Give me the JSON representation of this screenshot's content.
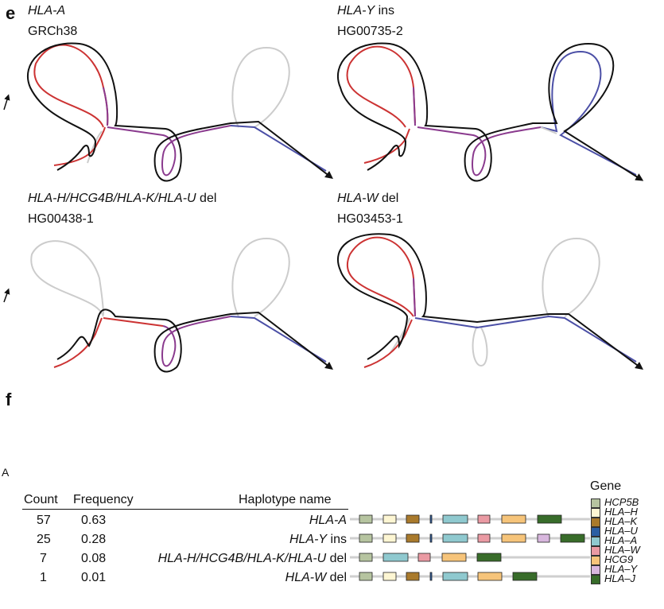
{
  "panel_e": {
    "letter": "e",
    "graphs": [
      {
        "name_italic": "HLA-A",
        "name_suffix": "",
        "sample": "GRCh38"
      },
      {
        "name_italic": "HLA-Y",
        "name_suffix": " ins",
        "sample": "HG00735-2"
      },
      {
        "name_italic": "HLA-H/HCG4B/HLA-K/HLA-U",
        "name_suffix": " del",
        "sample": "HG00438-1"
      },
      {
        "name_italic": "HLA-W",
        "name_suffix": " del",
        "sample": "HG03453-1"
      }
    ]
  },
  "panel_f": {
    "letter": "f",
    "stray_char": "A",
    "headers": {
      "count": "Count",
      "frequency": "Frequency",
      "haplotype": "Haplotype name"
    },
    "rows": [
      {
        "count": "57",
        "frequency": "0.63",
        "name_italic": "HLA-A",
        "suffix": "",
        "genes": [
          "HCP5B",
          "HLA-H",
          "HLA-K",
          "HLA-U",
          "HLA-A",
          "HLA-W",
          "HCG9",
          "HLA-J"
        ]
      },
      {
        "count": "25",
        "frequency": "0.28",
        "name_italic": "HLA-Y",
        "suffix": " ins",
        "genes": [
          "HCP5B",
          "HLA-H",
          "HLA-K",
          "HLA-U",
          "HLA-A",
          "HLA-W",
          "HCG9",
          "HLA-Y",
          "HLA-J"
        ]
      },
      {
        "count": "7",
        "frequency": "0.08",
        "name_italic": "HLA-H/HCG4B/HLA-K/HLA-U",
        "suffix": " del",
        "genes": [
          "HCP5B",
          "HLA-A",
          "HLA-W",
          "HCG9",
          "HLA-J"
        ]
      },
      {
        "count": "1",
        "frequency": "0.01",
        "name_italic": "HLA-W",
        "suffix": " del",
        "genes": [
          "HCP5B",
          "HLA-H",
          "HLA-K",
          "HLA-U",
          "HLA-A",
          "HCG9",
          "HLA-J"
        ]
      }
    ],
    "legend": {
      "title": "Gene",
      "items": [
        {
          "label": "HCP5B",
          "color": "#b6c4a0"
        },
        {
          "label": "HLA–H",
          "color": "#fdf6d3"
        },
        {
          "label": "HLA–K",
          "color": "#a97a2c"
        },
        {
          "label": "HLA–U",
          "color": "#2c5fa3"
        },
        {
          "label": "HLA–A",
          "color": "#8fc9cf"
        },
        {
          "label": "HLA–W",
          "color": "#ea9aa3"
        },
        {
          "label": "HCG9",
          "color": "#f6c47a"
        },
        {
          "label": "HLA–Y",
          "color": "#d8b7de"
        },
        {
          "label": "HLA–J",
          "color": "#386c2a"
        }
      ]
    }
  }
}
